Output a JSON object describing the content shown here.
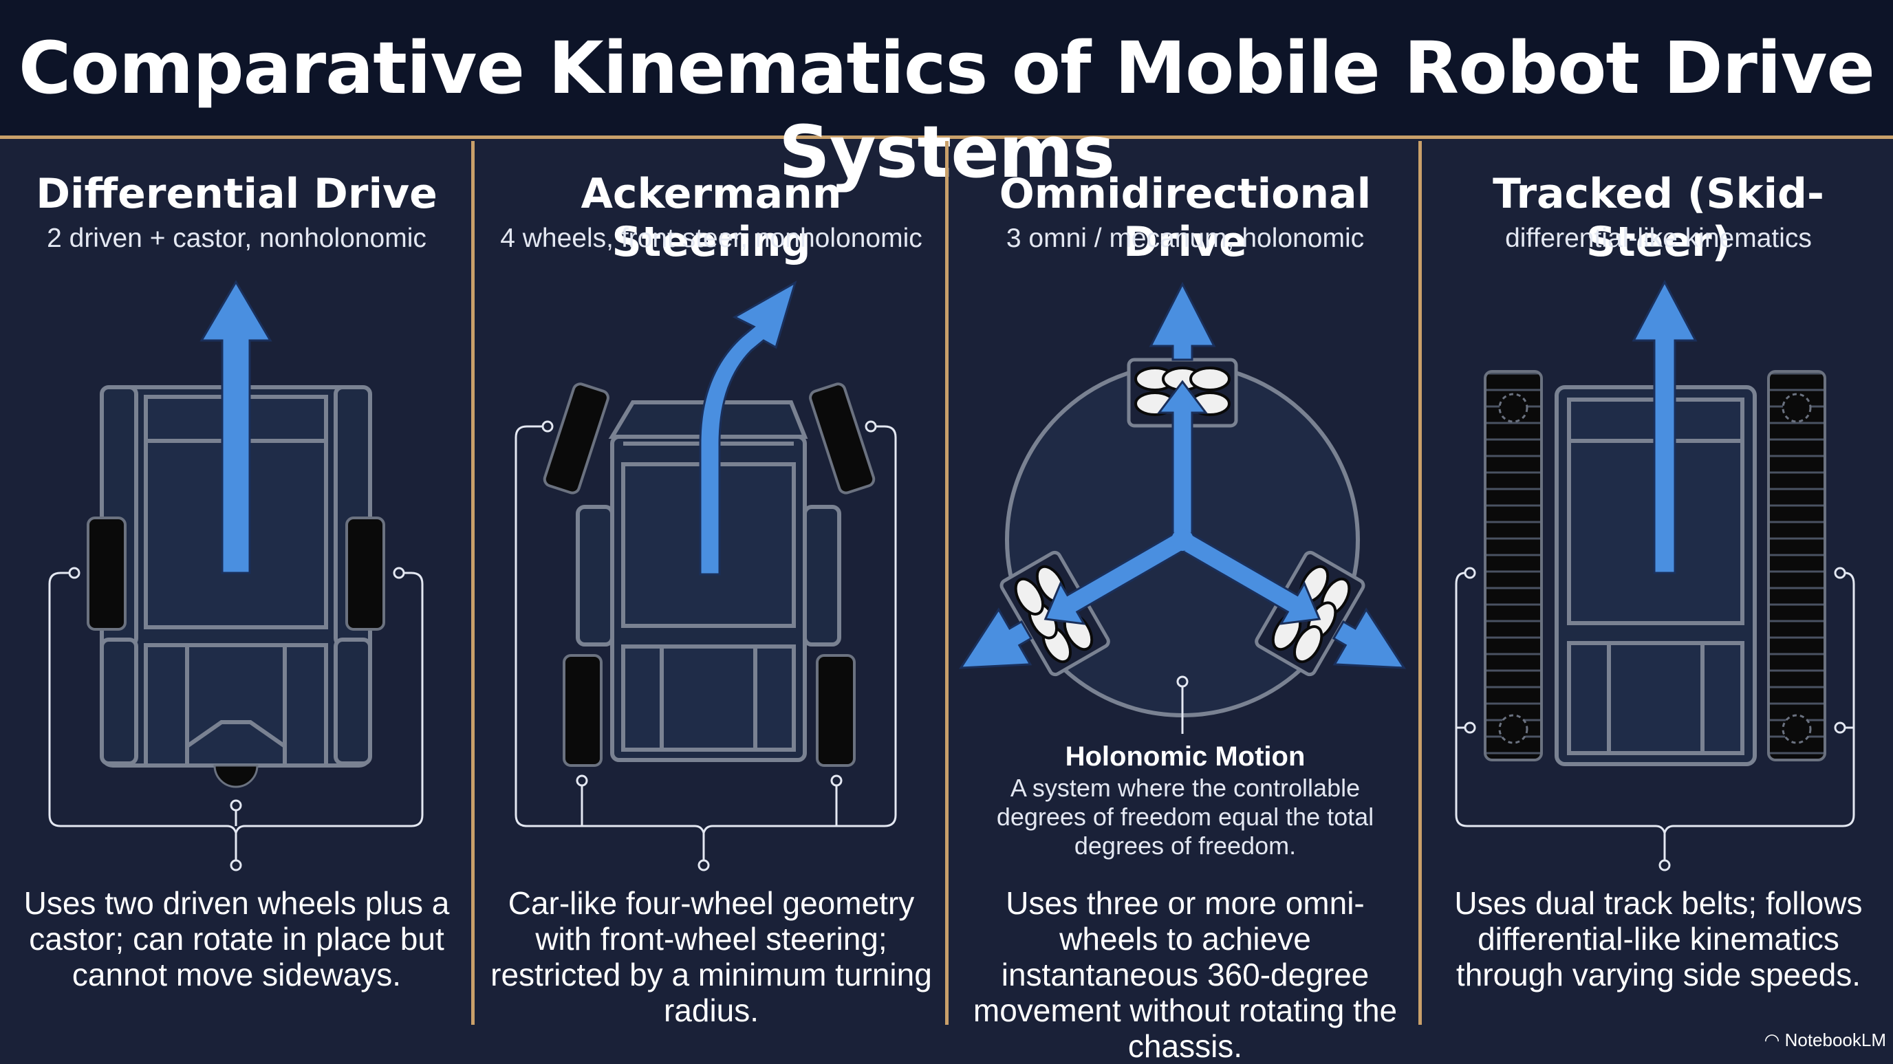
{
  "title": "Comparative Kinematics of Mobile Robot Drive Systems",
  "panels": [
    {
      "title": "Differential Drive",
      "subtitle": "2 driven + castor, nonholonomic",
      "description": "Uses two driven wheels plus a castor; can rotate in place but cannot move sideways."
    },
    {
      "title": "Ackermann Steering",
      "subtitle": "4 wheels, front steer, nonholonomic",
      "description": "Car-like four-wheel geometry with front-wheel steering; restricted by a minimum turning radius."
    },
    {
      "title": "Omnidirectional Drive",
      "subtitle": "3 omni / mecanum, holonomic",
      "description": "Uses three or more omni-wheels to achieve instantaneous 360-degree movement without rotating the chassis.",
      "callout_title": "Holonomic Motion",
      "callout_text": "A system where the controllable degrees of freedom equal the total degrees of freedom."
    },
    {
      "title": "Tracked (Skid-Steer)",
      "subtitle": "differential-like kinematics",
      "description": "Uses dual track belts; follows differential-like kinematics through varying side speeds."
    }
  ],
  "footer": "NotebookLM",
  "colors": {
    "background": "#1a2138",
    "header": "#0d1428",
    "accent": "#c9a06a",
    "arrow": "#4a8fe0",
    "chassis": "#7a8292"
  }
}
